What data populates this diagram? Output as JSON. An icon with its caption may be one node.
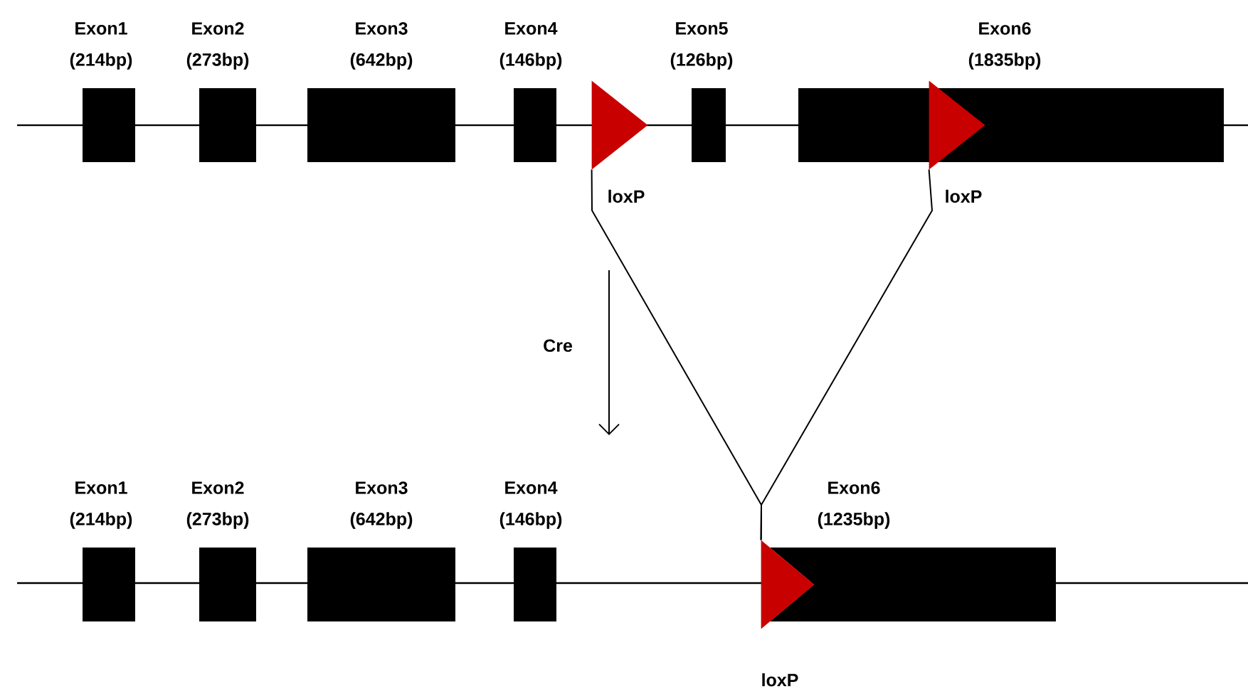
{
  "diagram": {
    "nodes": [
      {
        "text": [
          "Exon1",
          "(214bp)"
        ]
      },
      {
        "text": [
          "Exon2",
          "(273bp)"
        ]
      },
      {
        "text": [
          "Exon3",
          "(642bp)"
        ]
      },
      {
        "text": [
          "Exon4",
          "(146bp)"
        ]
      },
      {
        "text": [],
        "shape": "triangle",
        "beside": [
          "loxP"
        ]
      },
      {
        "text": [
          "Exon5",
          "(126bp)"
        ]
      },
      {
        "text": [
          "Exon6",
          "(1835bp)"
        ]
      },
      {
        "text": [],
        "shape": "triangle",
        "beside": [
          "loxP"
        ]
      },
      {
        "text": [
          "Exon1",
          "(214bp)"
        ]
      },
      {
        "text": [
          "Exon2",
          "(273bp)"
        ]
      },
      {
        "text": [
          "Exon3",
          "(642bp)"
        ]
      },
      {
        "text": [
          "Exon4",
          "(146bp)"
        ]
      },
      {
        "text": [
          "Exon6",
          "(1235bp)"
        ]
      },
      {
        "text": [],
        "shape": "triangle",
        "beside": [
          "loxP"
        ]
      }
    ],
    "edges": [
      {
        "from": 4,
        "to": 13,
        "arrow": "none"
      },
      {
        "from": 7,
        "to": 13,
        "arrow": "none"
      }
    ],
    "labels": [
      "Cre"
    ]
  }
}
